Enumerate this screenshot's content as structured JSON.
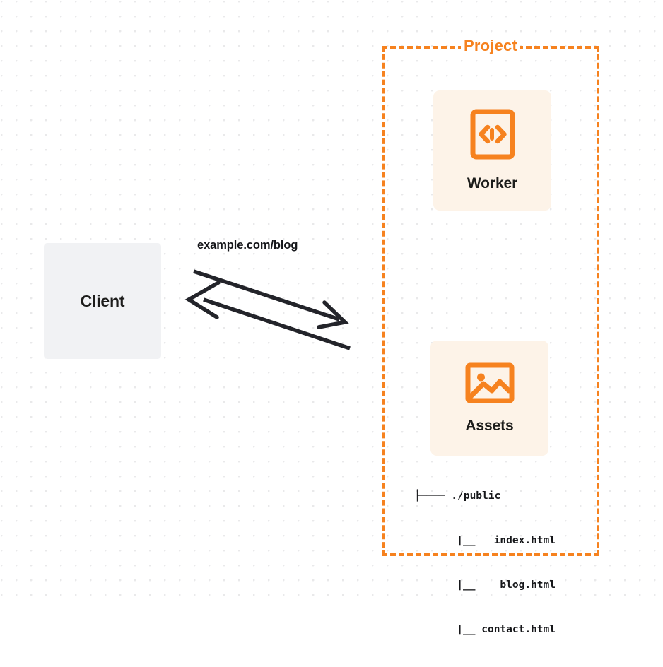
{
  "diagram": {
    "background": {
      "style": "dot-grid",
      "dot_color": "#e9e9ea",
      "page_color": "#ffffff"
    },
    "colors": {
      "accent_orange": "#f6821f",
      "card_fill": "#fdf3e8",
      "client_fill": "#f1f2f4",
      "text_dark": "#1d1d1b",
      "arrow_stroke": "#23242a"
    },
    "client": {
      "label": "Client",
      "name": "client-box"
    },
    "connector": {
      "label": "example.com/blog",
      "direction": "bidirectional",
      "arrows": [
        {
          "name": "request-arrow",
          "from": "client",
          "to": "project",
          "head": "right"
        },
        {
          "name": "response-arrow",
          "from": "project",
          "to": "client",
          "head": "left"
        }
      ]
    },
    "project": {
      "title": "Project",
      "border_style": "dashed",
      "services": [
        {
          "name": "worker",
          "label": "Worker",
          "icon": "code-brackets-icon"
        },
        {
          "name": "assets",
          "label": "Assets",
          "icon": "image-picture-icon"
        }
      ],
      "file_tree": {
        "rows": [
          {
            "prefix": "├──── ",
            "name": "./public"
          },
          {
            "prefix": "|__ ",
            "name": "index.html"
          },
          {
            "prefix": "|__ ",
            "name": "blog.html"
          },
          {
            "prefix": "|__ ",
            "name": "contact.html"
          }
        ],
        "lines": [
          "├──── ./public",
          "|__   index.html",
          "|__    blog.html",
          "|__ contact.html"
        ]
      }
    }
  }
}
